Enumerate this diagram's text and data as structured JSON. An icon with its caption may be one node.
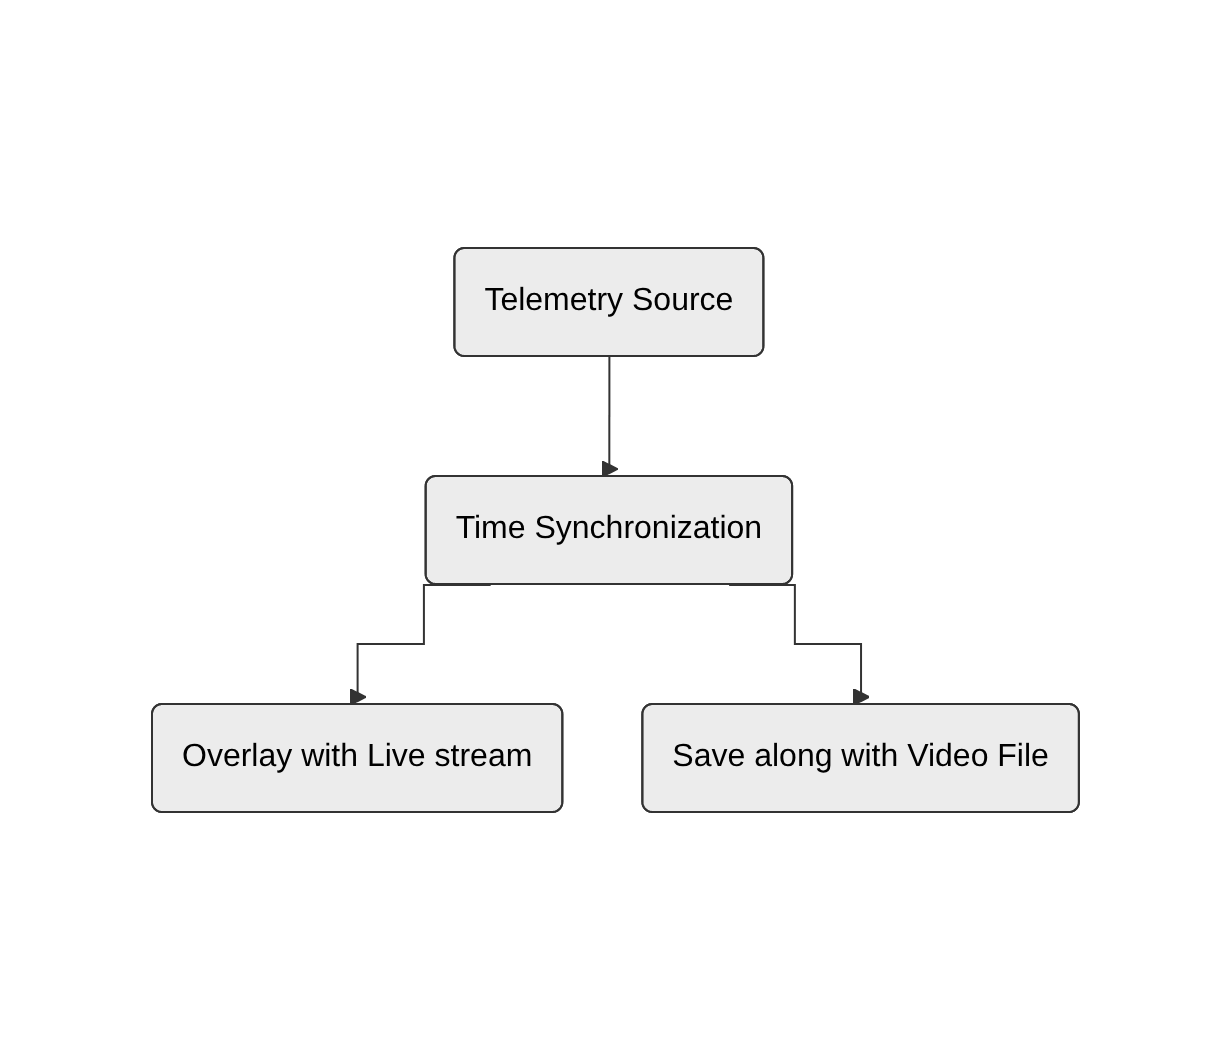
{
  "diagram": {
    "nodes": [
      {
        "text": [
          "Telemetry Source"
        ]
      },
      {
        "text": [
          "Time Synchronization"
        ]
      },
      {
        "text": [
          "Overlay with Live stream"
        ]
      },
      {
        "text": [
          "Save along with Video File"
        ]
      }
    ],
    "edges": [
      {
        "from": 0,
        "to": 1,
        "arrow": "to"
      },
      {
        "from": 1,
        "to": 2,
        "arrow": "to"
      },
      {
        "from": 1,
        "to": 3,
        "arrow": "to"
      }
    ]
  }
}
